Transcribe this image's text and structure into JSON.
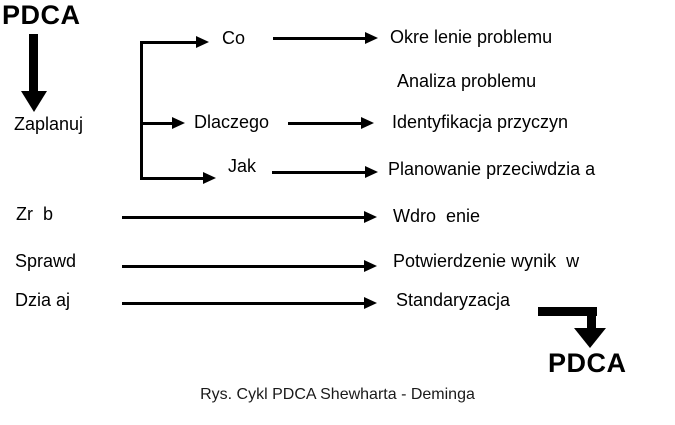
{
  "colors": {
    "ink": "#000000",
    "paper": "#ffffff"
  },
  "pdca_top": "PDCA",
  "pdca_bottom": "PDCA",
  "caption": "Rys. Cykl PDCA Shewharta - Deminga",
  "plan_steps": {
    "plan": "Zaplanuj",
    "do": "Zr  b",
    "check": "Sprawd",
    "act": "Dzia aj"
  },
  "questions": {
    "what": "Co",
    "why": "Dlaczego",
    "how": "Jak"
  },
  "outcomes": {
    "define_problem": "Okre lenie problemu",
    "problem_analysis": "Analiza problemu",
    "cause_identification": "Identyfikacja przyczyn",
    "countermeasure_planning": "Planowanie przeciwdzia a",
    "implementation": "Wdro  enie",
    "result_confirmation": "Potwierdzenie wynik  w",
    "standardization": "Standaryzacja"
  }
}
